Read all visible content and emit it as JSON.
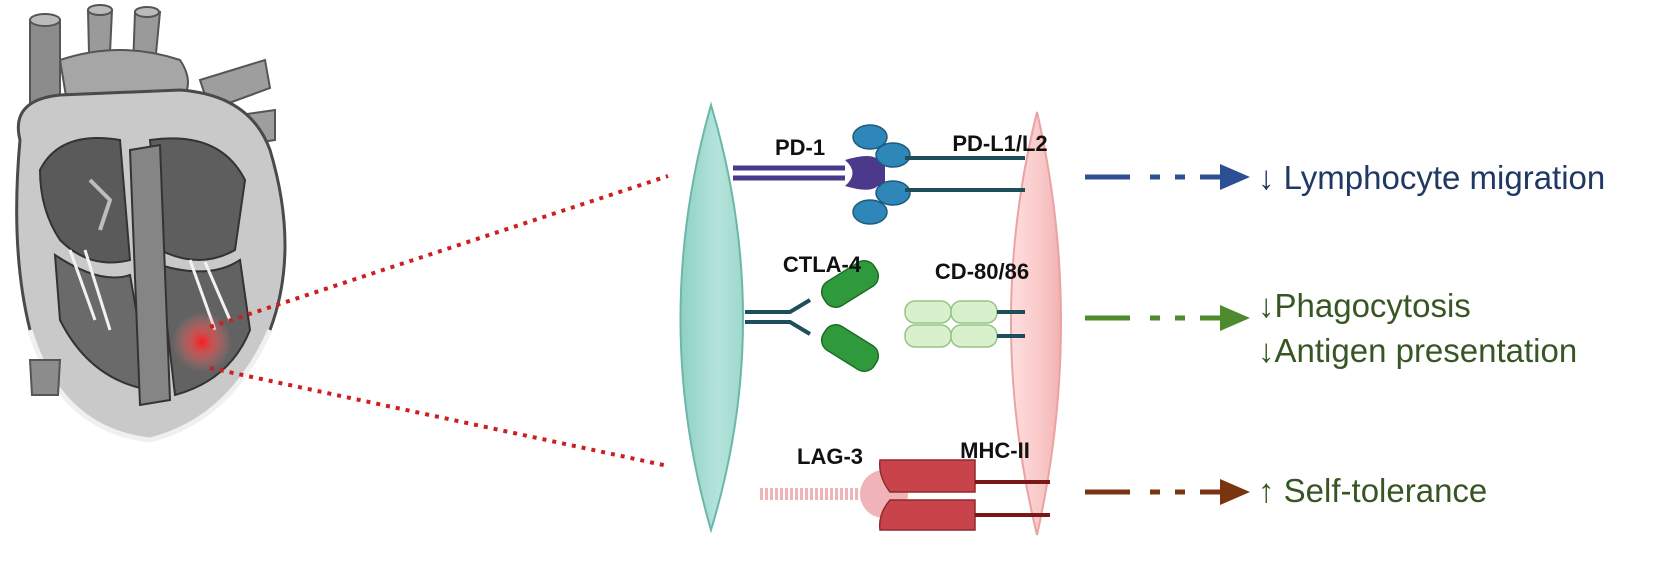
{
  "receptors": {
    "pd1": "PD-1",
    "ctla4": "CTLA-4",
    "lag3": "LAG-3"
  },
  "ligands": {
    "pdl": "PD-L1/L2",
    "cd80": "CD-80/86",
    "mhc2": "MHC-II"
  },
  "outcomes": {
    "lymphocyte": "↓ Lymphocyte migration",
    "phagocytosis": "↓Phagocytosis",
    "antigen": "↓Antigen presentation",
    "tolerance": "↑ Self-tolerance"
  },
  "colors": {
    "t_cell": "#a8ddd4",
    "apc": "#f9c7c7",
    "pd1": "#4b3a8c",
    "pdl": "#2f86b8",
    "ctla4": "#2f9a3c",
    "cd80": "#d8f0cc",
    "lag3": "#f0b4b8",
    "mhc2": "#c8444a",
    "arrow_blue": "#2d4f94",
    "arrow_green": "#4e8a2e",
    "arrow_brown": "#7a3410",
    "text_blue": "#1f3864",
    "text_green": "#375623",
    "highlight": "#e8262a"
  },
  "icons": [
    "heart-illustration-icon"
  ]
}
